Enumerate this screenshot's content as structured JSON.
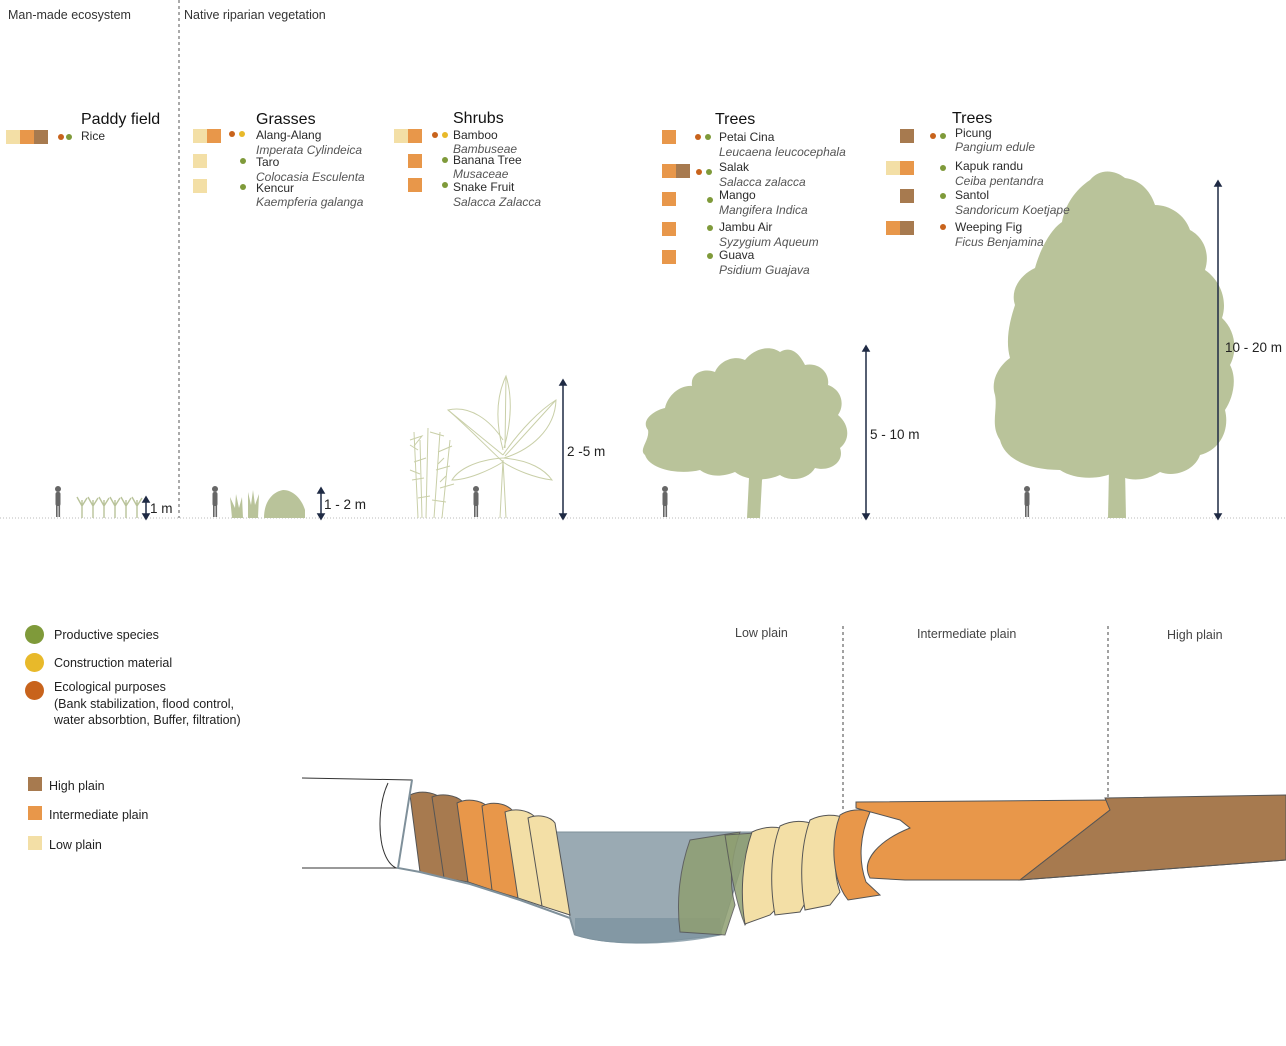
{
  "zones": {
    "man_made": "Man-made ecosystem",
    "native": "Native riparian vegetation"
  },
  "categories": {
    "paddy": {
      "title": "Paddy field",
      "species": [
        {
          "name": "Rice",
          "sci": ""
        }
      ],
      "height": "1 m"
    },
    "grasses": {
      "title": "Grasses",
      "species": [
        {
          "name": "Alang-Alang",
          "sci": "Imperata Cylindeica"
        },
        {
          "name": "Taro",
          "sci": "Colocasia Esculenta"
        },
        {
          "name": "Kencur",
          "sci": "Kaempferia galanga"
        }
      ],
      "height": "1 - 2 m"
    },
    "shrubs": {
      "title": "Shrubs",
      "species": [
        {
          "name": "Bamboo",
          "sci": "Bambuseae"
        },
        {
          "name": "Banana Tree",
          "sci": "Musaceae"
        },
        {
          "name": "Snake Fruit",
          "sci": "Salacca Zalacca"
        }
      ],
      "height": "2 -5 m"
    },
    "trees1": {
      "title": "Trees",
      "species": [
        {
          "name": "Petai Cina",
          "sci": "Leucaena leucocephala"
        },
        {
          "name": "Salak",
          "sci": "Salacca zalacca"
        },
        {
          "name": "Mango",
          "sci": "Mangifera Indica"
        },
        {
          "name": "Jambu Air",
          "sci": "Syzygium Aqueum"
        },
        {
          "name": "Guava",
          "sci": "Psidium Guajava"
        }
      ],
      "height": "5 - 10 m"
    },
    "trees2": {
      "title": "Trees",
      "species": [
        {
          "name": "Picung",
          "sci": "Pangium edule"
        },
        {
          "name": "Kapuk randu",
          "sci": "Ceiba pentandra"
        },
        {
          "name": "Santol",
          "sci": "Sandoricum Koetjape"
        },
        {
          "name": "Weeping Fig",
          "sci": "Ficus Benjamina"
        }
      ],
      "height": "10 - 20 m"
    }
  },
  "legend": {
    "purposes": [
      {
        "label": "Productive species",
        "color": "#7f9a3a"
      },
      {
        "label": "Construction material",
        "color": "#e8b92a"
      },
      {
        "label": "Ecological purposes",
        "color": "#c8631c"
      }
    ],
    "ecological_note": "(Bank stabilization, flood control, water absorbtion, Buffer, filtration)",
    "plains": [
      {
        "label": "High plain",
        "color": "#a77a4f"
      },
      {
        "label": "Intermediate plain",
        "color": "#e8974a"
      },
      {
        "label": "Low plain",
        "color": "#f3dfa6"
      }
    ]
  },
  "section": {
    "low": "Low plain",
    "intermediate": "Intermediate plain",
    "high": "High plain"
  },
  "colors": {
    "high": "#a77a4f",
    "intermediate": "#e8974a",
    "low": "#f3dfa6",
    "productive": "#7f9a3a",
    "construction": "#e8b92a",
    "ecological": "#c8631c",
    "vegetation": "#b9c39a",
    "water": "#9aaab3",
    "arrow": "#1f2a44"
  }
}
